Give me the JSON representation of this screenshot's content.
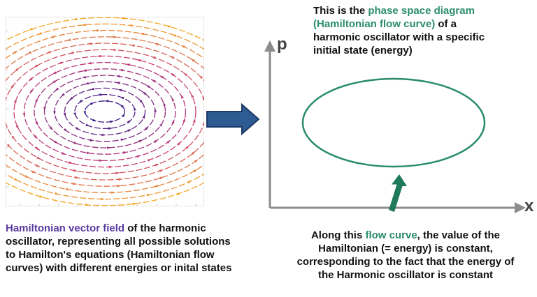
{
  "colors": {
    "axis": "#8c8c8c",
    "ellipse": "#2a8c6e",
    "big_arrow_fill": "#2d5b92",
    "big_arrow_stroke": "#1c3a66",
    "green_arrow": "#1f7a5c",
    "highlight_purple": "#5a3aa0",
    "highlight_green": "#2a8c6e",
    "field_inner": "#3d1f8c",
    "field_outer": "#f5a623"
  },
  "top_caption": {
    "lead": "This is the ",
    "highlight": "phase space diagram (Hamiltonian flow curve)",
    "tail": " of a harmonic oscillator with a specific initial state (energy)"
  },
  "axes": {
    "p_label": "p",
    "x_label": "x"
  },
  "left_caption": {
    "highlight": "Hamiltonian vector field",
    "tail": " of the harmonic oscillator, representing all possible solutions to Hamilton's equations (Hamiltonian flow curves) with different energies or inital states"
  },
  "bottom_caption": {
    "lead": "Along this ",
    "highlight": "flow curve",
    "tail": ", the value of the Hamiltonian (= energy) is constant, corresponding to the fact that the energy of the Harmonic oscillator is constant"
  },
  "vector_field": {
    "rings": 14,
    "description_icon": "vector-field-plot"
  }
}
